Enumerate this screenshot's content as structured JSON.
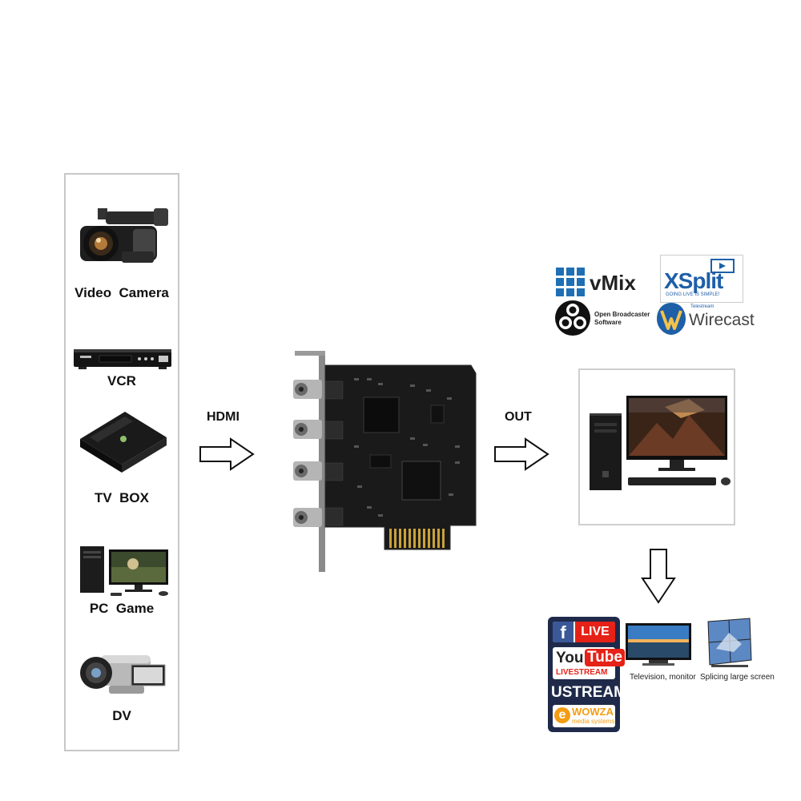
{
  "sources": [
    {
      "label": "Video  Camera",
      "icon": "video-camera-icon"
    },
    {
      "label": "VCR",
      "icon": "vcr-icon"
    },
    {
      "label": "TV  BOX",
      "icon": "tv-box-icon"
    },
    {
      "label": "PC  Game",
      "icon": "pc-game-icon"
    },
    {
      "label": "DV",
      "icon": "dv-camcorder-icon"
    }
  ],
  "flow": {
    "input_label": "HDMI",
    "output_label": "OUT"
  },
  "software": {
    "vmix": "vMix",
    "xsplit": "XSplit",
    "xsplit_tagline": "GOING LIVE IS SIMPLE!",
    "obs_line1": "Open Broadcaster",
    "obs_line2": "Software",
    "wirecast_top": "Telestream",
    "wirecast": "Wirecast"
  },
  "platforms": {
    "facebook_live": "LIVE",
    "youtube_you": "You",
    "youtube_tube": "Tube",
    "youtube_sub": "LIVESTREAM",
    "ustream": "USTREAM",
    "wowza": "WOWZA",
    "wowza_sub": "media systems"
  },
  "displays": {
    "tv_caption": "Television, monitor",
    "splice_caption": "Splicing large screen"
  },
  "colors": {
    "facebook": "#3b5998",
    "youtube_red": "#e62117",
    "wowza_orange": "#f39c12",
    "vmix_blue": "#1f6fb5",
    "xsplit_blue": "#1e5fa8",
    "pcb": "#1a1a1a"
  }
}
